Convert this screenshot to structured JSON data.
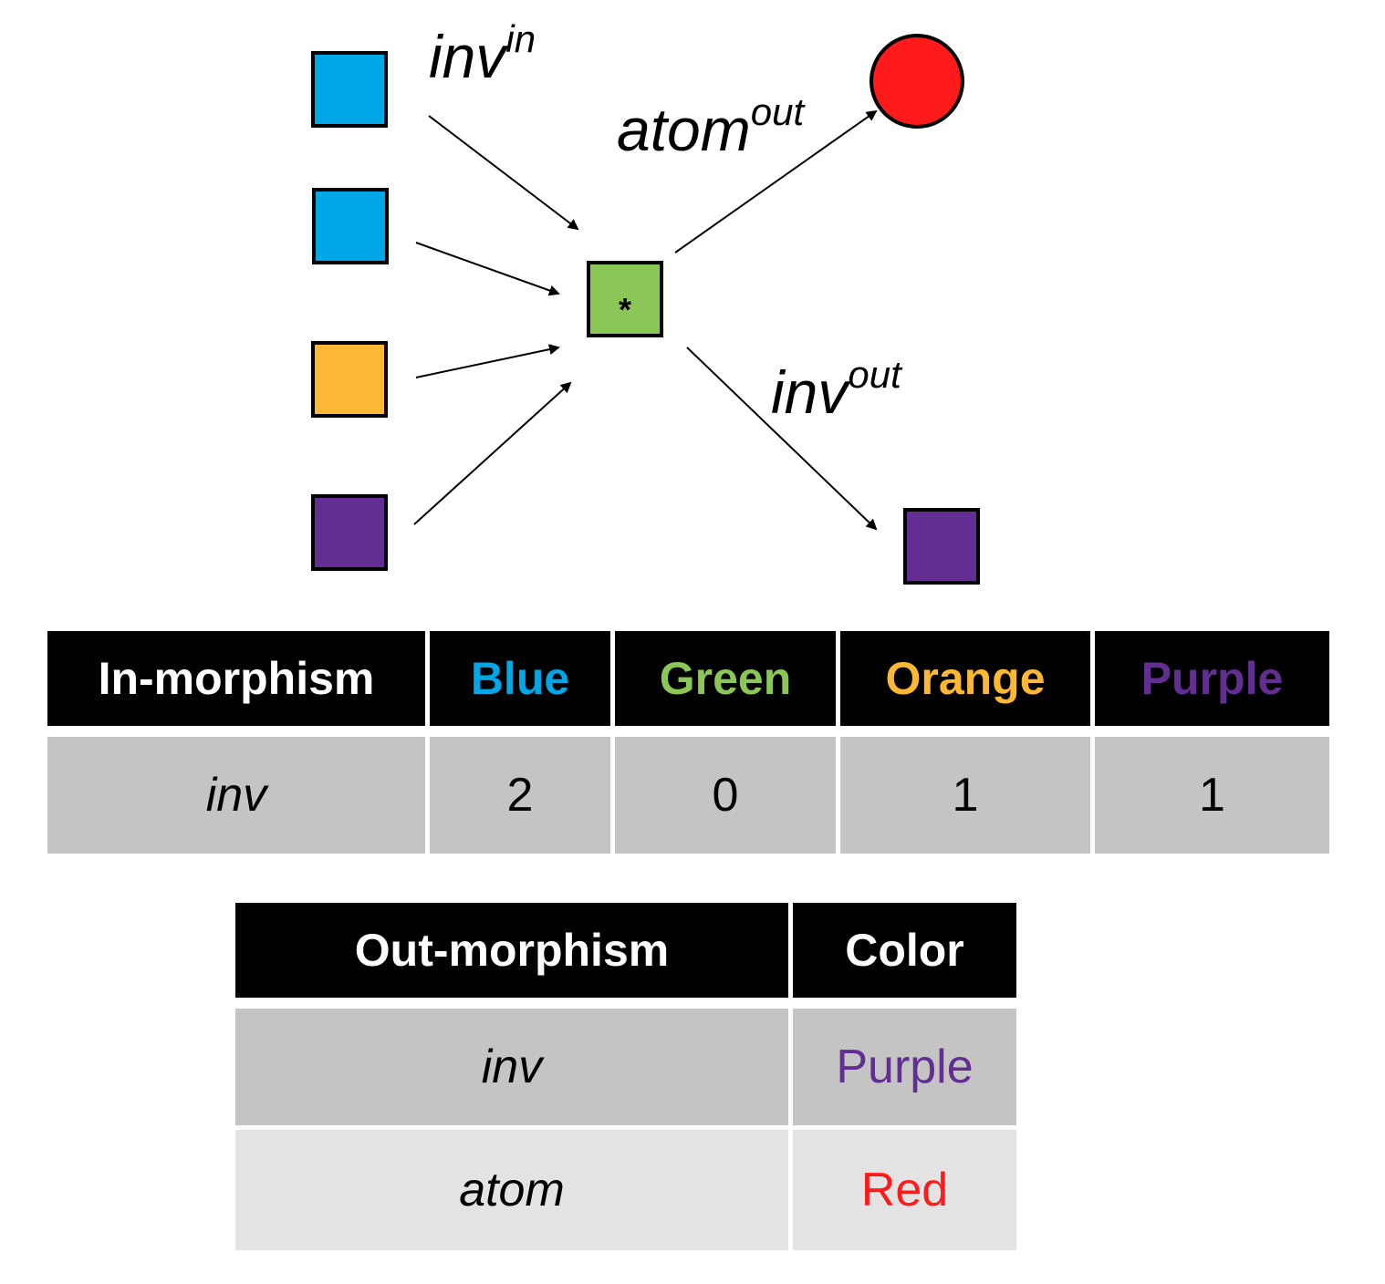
{
  "diagram": {
    "center_node": {
      "symbol": "*",
      "color": "#8bc757"
    },
    "input_nodes": [
      {
        "color": "#00a7e6"
      },
      {
        "color": "#00a7e6"
      },
      {
        "color": "#fcb835"
      },
      {
        "color": "#622e92"
      }
    ],
    "output_atom": {
      "color": "#ff1b1b"
    },
    "output_inv": {
      "color": "#622e92"
    },
    "labels": {
      "inv_in": {
        "base": "inv",
        "sup": "in"
      },
      "atom_out": {
        "base": "atom",
        "sup": "out"
      },
      "inv_out": {
        "base": "inv",
        "sup": "out"
      }
    }
  },
  "in_table": {
    "headers": [
      {
        "text": "In-morphism",
        "color": "#ffffff"
      },
      {
        "text": "Blue",
        "color": "#00a7e6"
      },
      {
        "text": "Green",
        "color": "#8bc757"
      },
      {
        "text": "Orange",
        "color": "#fcb835"
      },
      {
        "text": "Purple",
        "color": "#622e92"
      }
    ],
    "row": [
      "inv",
      "2",
      "0",
      "1",
      "1"
    ]
  },
  "out_table": {
    "headers": [
      "Out-morphism",
      "Color"
    ],
    "rows": [
      {
        "morphism": "inv",
        "color_name": "Purple",
        "color": "#622e92"
      },
      {
        "morphism": "atom",
        "color_name": "Red",
        "color": "#ff1b1b"
      }
    ]
  }
}
